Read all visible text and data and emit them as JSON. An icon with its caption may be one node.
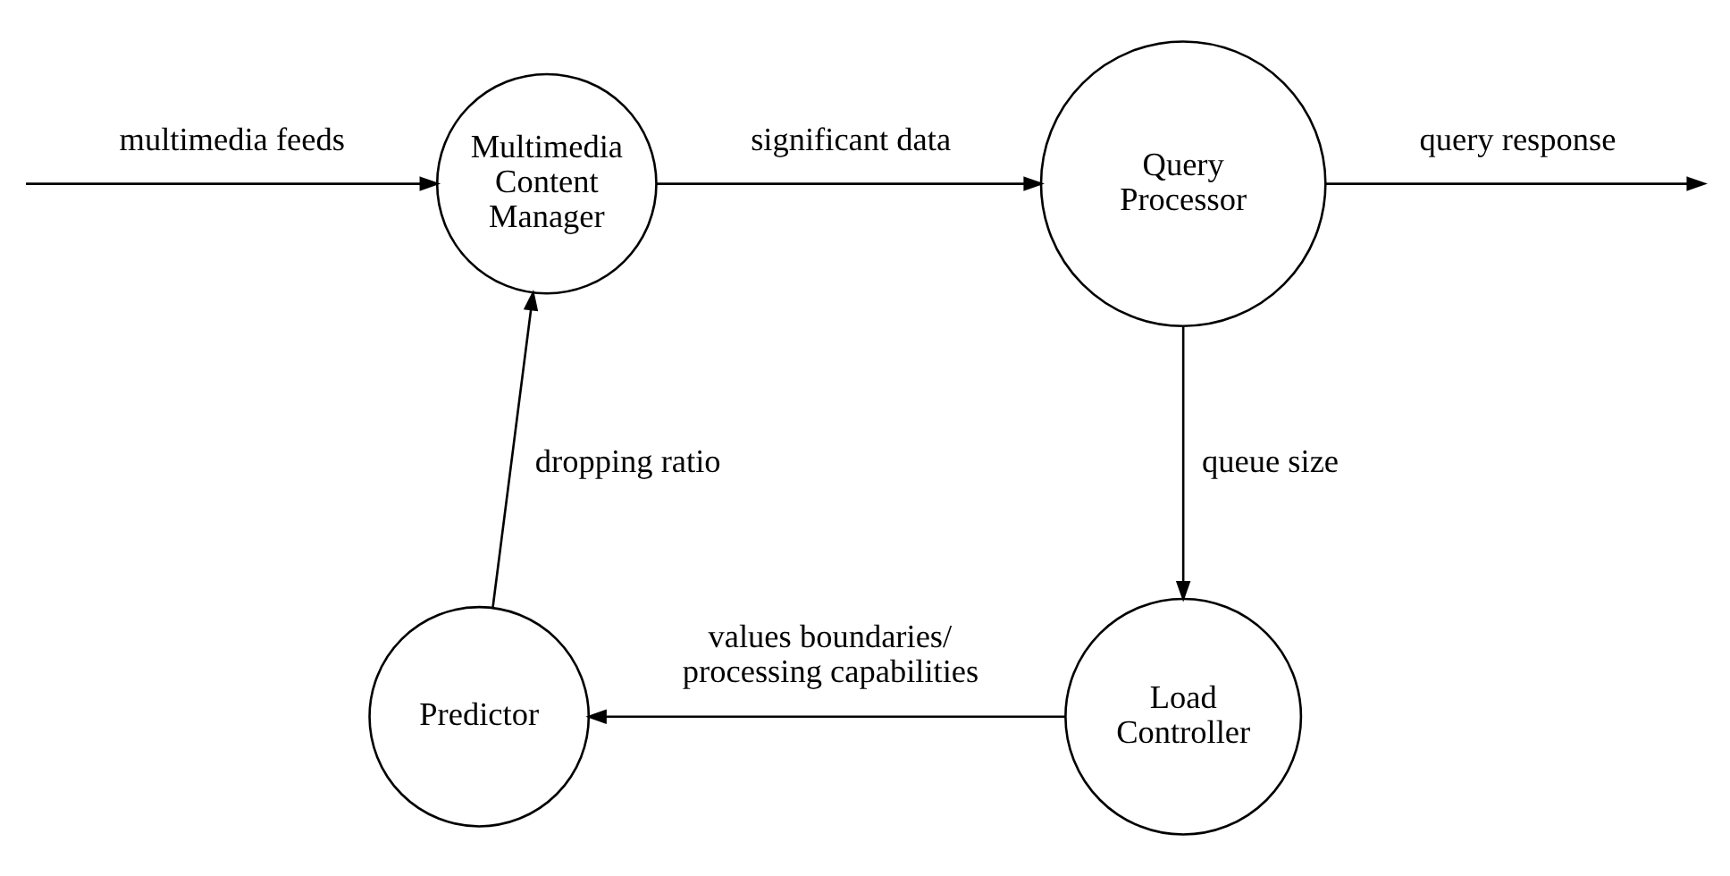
{
  "diagram": {
    "nodes": [
      {
        "text": [
          "Multimedia Content Manager"
        ]
      },
      {
        "text": [
          "Query Processor"
        ]
      },
      {
        "text": [
          "Load Controller"
        ]
      },
      {
        "text": [
          "Predictor"
        ]
      }
    ],
    "edges": [
      {
        "from": null,
        "to": 0,
        "arrow": "to",
        "label": "multimedia feeds"
      },
      {
        "from": 0,
        "to": 1,
        "arrow": "to",
        "label": "significant data"
      },
      {
        "from": 1,
        "to": null,
        "arrow": "to",
        "label": "query response"
      },
      {
        "from": 1,
        "to": 2,
        "arrow": "to",
        "label": "queue size"
      },
      {
        "from": 2,
        "to": 3,
        "arrow": "to",
        "label": "values boundaries/ processing capabilities"
      },
      {
        "from": 3,
        "to": 0,
        "arrow": "to",
        "label": "dropping ratio"
      }
    ]
  }
}
